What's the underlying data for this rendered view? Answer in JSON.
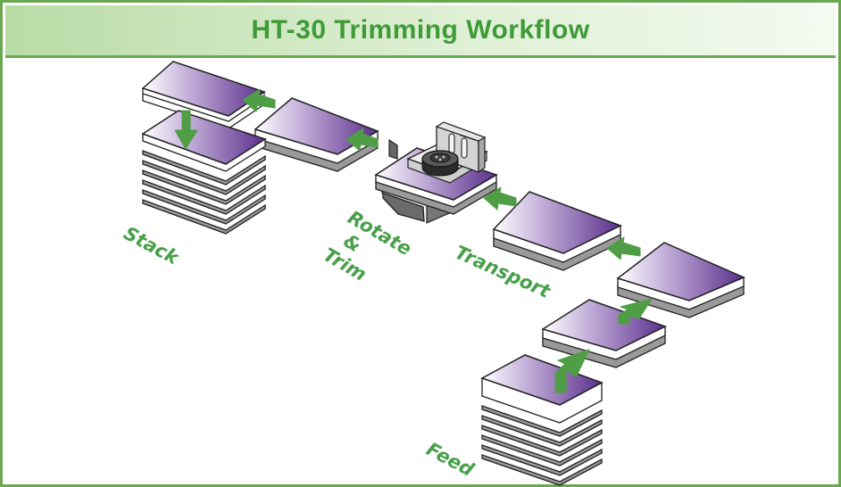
{
  "title": "HT-30 Trimming Workflow",
  "labels": {
    "stack": "Stack",
    "rotate": "Rotate",
    "amp": "&",
    "trim": "Trim",
    "transport": "Transport",
    "feed": "Feed"
  },
  "colors": {
    "frame": "#6aa84f",
    "title": "#3f9a38",
    "label": "#48a04a",
    "arrow": "#4f9e45",
    "sheet_light": "#ffffff",
    "sheet_dark": "#5b2f8c"
  }
}
